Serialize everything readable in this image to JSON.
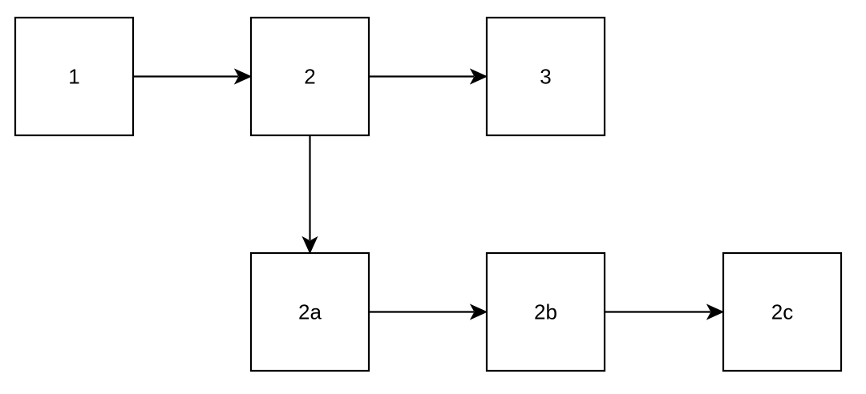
{
  "diagram": {
    "nodes": [
      {
        "id": "n1",
        "label": "1"
      },
      {
        "id": "n2",
        "label": "2"
      },
      {
        "id": "n3",
        "label": "3"
      },
      {
        "id": "n2a",
        "label": "2a"
      },
      {
        "id": "n2b",
        "label": "2b"
      },
      {
        "id": "n2c",
        "label": "2c"
      }
    ],
    "edges": [
      {
        "from": "n1",
        "to": "n2"
      },
      {
        "from": "n2",
        "to": "n3"
      },
      {
        "from": "n2",
        "to": "n2a"
      },
      {
        "from": "n2a",
        "to": "n2b"
      },
      {
        "from": "n2b",
        "to": "n2c"
      }
    ],
    "colors": {
      "stroke": "#000000",
      "fill": "#ffffff",
      "text": "#000000"
    }
  }
}
